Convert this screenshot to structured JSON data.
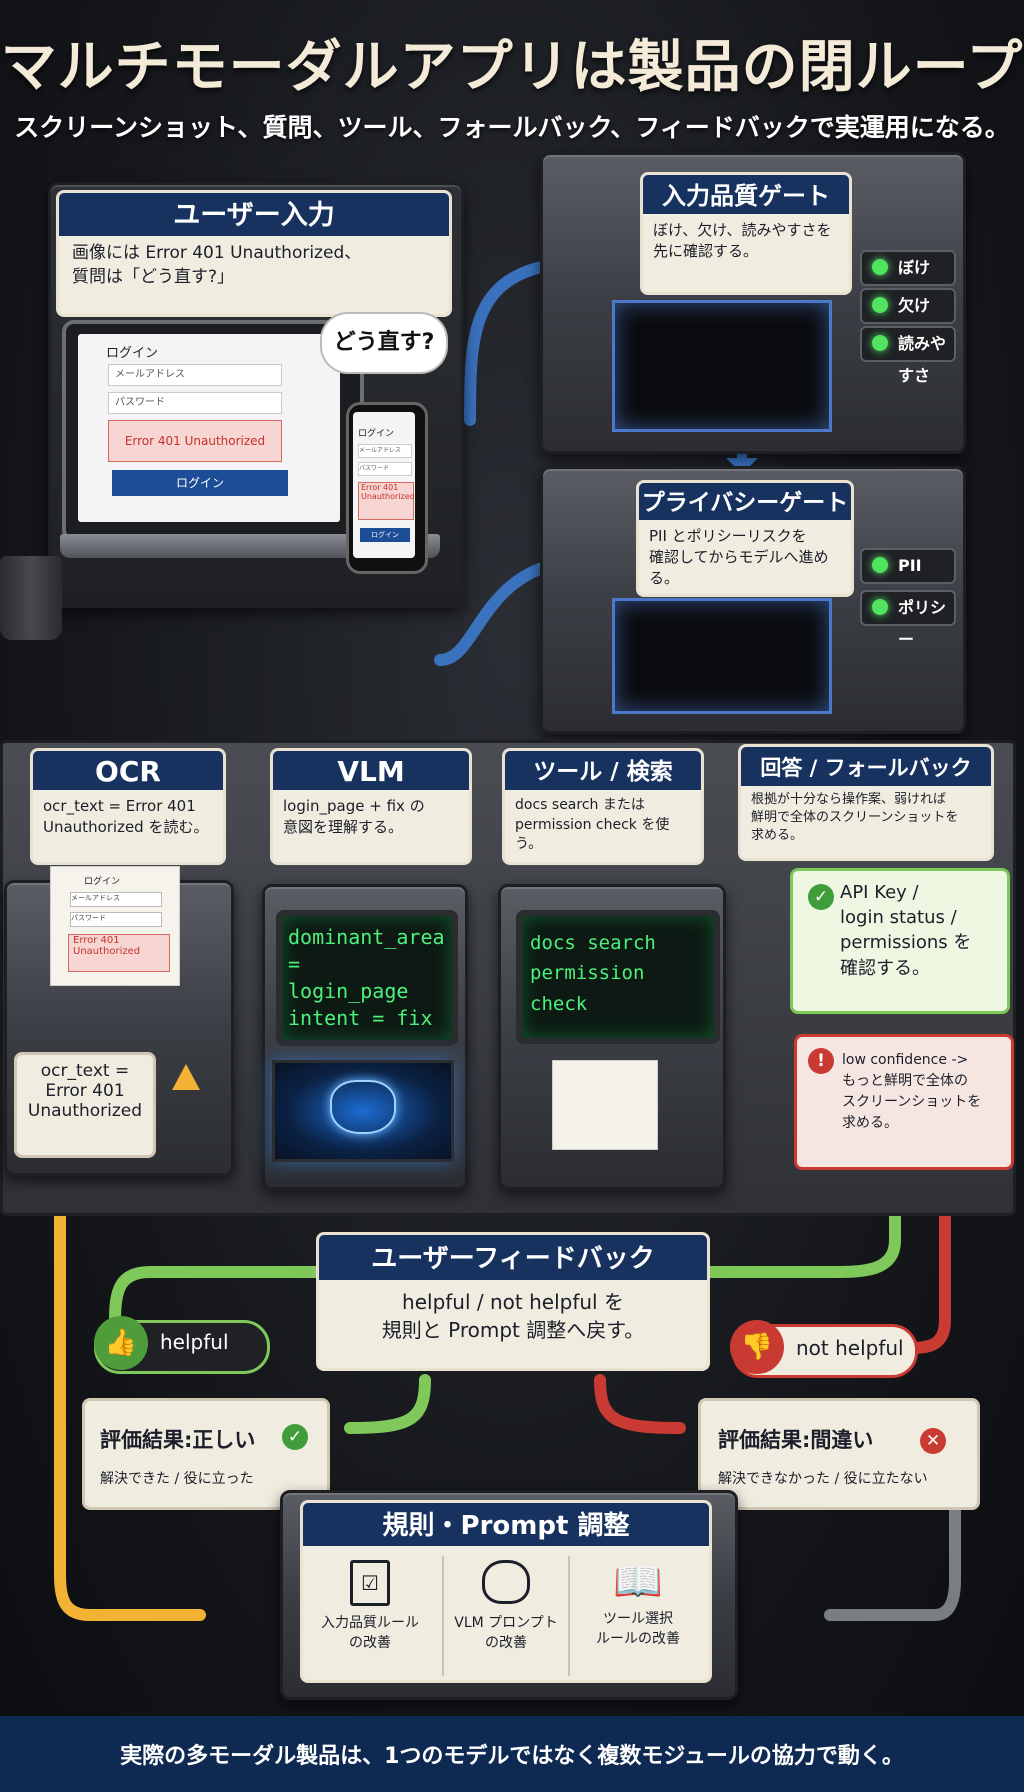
{
  "header": {
    "title": "マルチモーダルアプリは製品の閉ループ",
    "subtitle": "スクリーンショット、質問、ツール、フォールバック、フィードバックで実運用になる。"
  },
  "user_input": {
    "title": "ユーザー入力",
    "desc": "画像には Error 401 Unauthorized、\n質問は「どう直す?」",
    "speech": "どう直す?",
    "laptop": {
      "login_title": "ログイン",
      "email_placeholder": "メールアドレス",
      "password_placeholder": "パスワード",
      "error": "Error 401 Unauthorized",
      "button": "ログイン"
    },
    "phone": {
      "login_title": "ログイン",
      "email_placeholder": "メールアドレス",
      "password_placeholder": "パスワード",
      "error": "Error 401\nUnauthorized",
      "button": "ログイン"
    }
  },
  "quality_gate": {
    "title": "入力品質ゲート",
    "desc": "ぼけ、欠け、読みやすさを\n先に確認する。",
    "checks": [
      "ぼけ",
      "欠け",
      "読みやすさ"
    ]
  },
  "privacy_gate": {
    "title": "プライバシーゲート",
    "desc": "PII とポリシーリスクを\n確認してからモデルへ進める。",
    "checks": [
      "PII",
      "ポリシー"
    ]
  },
  "ocr": {
    "title": "OCR",
    "desc": "ocr_text = Error 401\nUnauthorized を読む。",
    "paper": {
      "login": "ログイン",
      "email": "メールアドレス",
      "password": "パスワード",
      "error": "Error 401\nUnauthorized"
    },
    "output": "ocr_text =\nError 401\nUnauthorized"
  },
  "vlm": {
    "title": "VLM",
    "desc": "login_page + fix の\n意図を理解する。",
    "screen": "dominant_area =\nlogin_page\nintent = fix"
  },
  "tools": {
    "title": "ツール / 検索",
    "desc": "docs search または\npermission check を使う。",
    "screen": "docs search\npermission check"
  },
  "answer": {
    "title": "回答 / フォールバック",
    "desc": "根拠が十分なら操作案、弱ければ\n鮮明で全体のスクリーンショットを\n求める。",
    "success": "API Key /\nlogin status /\npermissions を\n確認する。",
    "fallback": "low confidence ->\nもっと鮮明で全体の\nスクリーンショットを\n求める。"
  },
  "feedback": {
    "title": "ユーザーフィードバック",
    "desc": "helpful / not helpful を\n規則と Prompt 調整へ戻す。",
    "helpful": "helpful",
    "not_helpful": "not helpful"
  },
  "eval_good": {
    "title": "評価結果:正しい",
    "sub": "解決できた / 役に立った"
  },
  "eval_bad": {
    "title": "評価結果:間違い",
    "sub": "解決できなかった / 役に立たない"
  },
  "tuning": {
    "title": "規則・Prompt 調整",
    "items": [
      "入力品質ルール\nの改善",
      "VLM プロンプト\nの改善",
      "ツール選択\nルールの改善"
    ]
  },
  "footer": "実際の多モーダル製品は、1つのモデルではなく複数モジュールの協力で動く。",
  "colors": {
    "navy": "#17325f",
    "cream": "#f1ece0",
    "green": "#4fe35f",
    "red": "#c93a32",
    "yellow": "#f2b233",
    "blue": "#3e7fd6"
  }
}
